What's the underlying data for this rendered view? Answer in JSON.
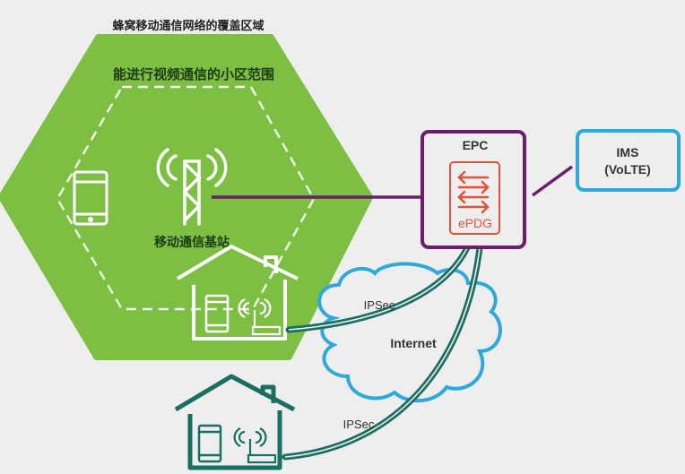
{
  "labels": {
    "coverage_area": "蜂窝移动通信网络的覆盖区域",
    "video_cell_range": "能进行视频通信的小区范围",
    "base_station": "移动通信基站",
    "epc": "EPC",
    "epdg": "ePDG",
    "ims_line1": "IMS",
    "ims_line2": "(VoLTE)",
    "internet": "Internet",
    "ipsec_1": "IPSec",
    "ipsec_2": "IPSec"
  },
  "colors": {
    "background": "#eeeeee",
    "coverage_green": "#7cbf43",
    "epc_purple": "#6b1f6b",
    "epdg_red": "#e0533a",
    "ims_blue": "#2fa9d9",
    "tunnel_teal": "#1a6f62",
    "cloud_blue": "#2fa9d9"
  },
  "icons": [
    "cell-tower-icon",
    "smartphone-icon",
    "house-icon",
    "wifi-router-icon",
    "cloud-icon",
    "bidirectional-arrows-icon"
  ]
}
